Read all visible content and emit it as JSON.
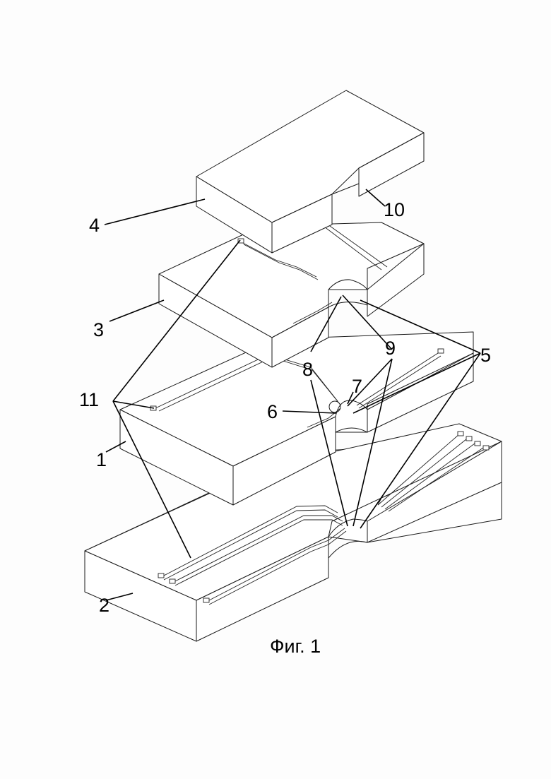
{
  "labels": {
    "l1": "1",
    "l2": "2",
    "l3": "3",
    "l4": "4",
    "l5": "5",
    "l6": "6",
    "l7": "7",
    "l8": "8",
    "l9": "9",
    "l10": "10",
    "l11": "11"
  },
  "caption": "Фиг. 1"
}
